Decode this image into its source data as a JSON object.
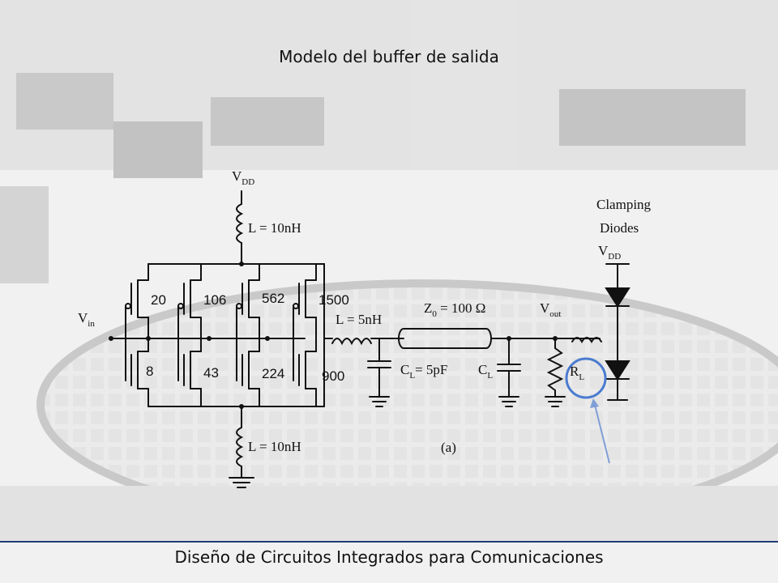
{
  "slide": {
    "title": "Modelo del buffer de salida",
    "footer": "Diseño de Circuitos Integrados para Comunicaciones"
  },
  "circuit": {
    "vdd_top": {
      "main": "V",
      "sub": "DD"
    },
    "vdd_right": {
      "main": "V",
      "sub": "DD"
    },
    "vin": {
      "main": "V",
      "sub": "in"
    },
    "vout": {
      "main": "V",
      "sub": "out"
    },
    "l_top": "L = 10nH",
    "l_bottom": "L = 10nH",
    "l_series": "L = 5nH",
    "z0": {
      "main": "Z",
      "sub": "0",
      "rest": " = 100  Ω"
    },
    "cl_fixed": {
      "main": "C",
      "sub": "L",
      "rest": "= 5pF"
    },
    "cl_load": {
      "main": "C",
      "sub": "L"
    },
    "rl": {
      "main": "R",
      "sub": "L"
    },
    "clamping": [
      "Clamping",
      "Diodes"
    ],
    "caption": "(a)",
    "pmos_sizes": [
      "20",
      "106",
      "562",
      "1500"
    ],
    "nmos_sizes": [
      "8",
      "43",
      "224",
      "900"
    ]
  },
  "colors": {
    "footer_line": "#1f3d7a",
    "highlight_circle": "#4a7bd0",
    "arrow": "#7f9fd6"
  }
}
